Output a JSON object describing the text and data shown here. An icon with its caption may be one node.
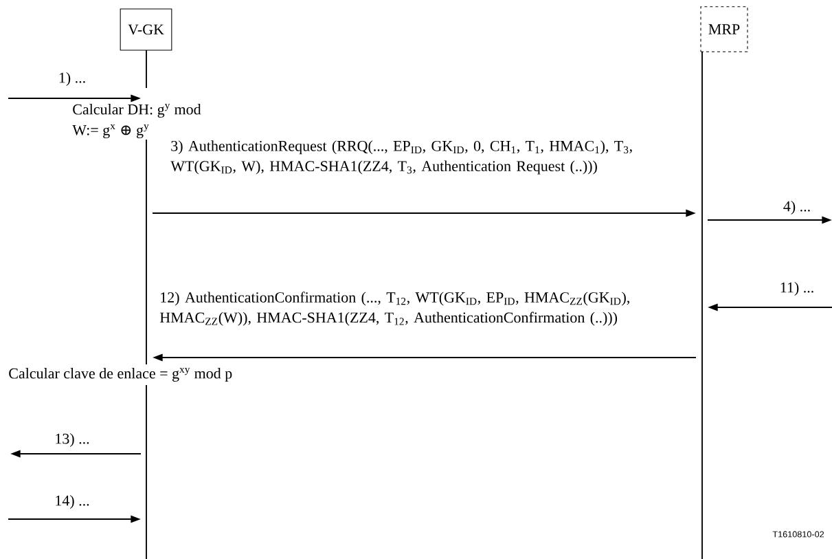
{
  "diagram": {
    "nodes": [
      {
        "text": [
          "V-GK"
        ]
      },
      {
        "text": [
          "MRP"
        ]
      }
    ],
    "edges": [
      {
        "from": null,
        "to": 0,
        "arrow": "to",
        "label": "1) ..."
      },
      {
        "from": 0,
        "to": 1,
        "arrow": "to",
        "label": "3) AuthenticationRequest (RRQ(..., EP$_{ID}$, GK$_{ID}$, 0, CH$_{1}$, T$_{1}$, HMAC$_{1}$), T$_{3}$, WT(GK$_{ID}$, W), HMAC-SHA1(ZZ4, T$_{3}$, Authentication Request (..)))"
      },
      {
        "from": 1,
        "to": null,
        "arrow": "to",
        "label": "4) ..."
      },
      {
        "from": null,
        "to": 1,
        "arrow": "to",
        "label": "11) ..."
      },
      {
        "from": 1,
        "to": 0,
        "arrow": "to",
        "label": "12) AuthenticationConfirmation (..., T$_{12}$, WT(GK$_{ID}$, EP$_{ID}$, HMAC$_{ZZ}$(GK$_{ID}$), HMAC$_{ZZ}$(W)), HMAC-SHA1(ZZ4, T$_{12}$, AuthenticationConfirmation (..)))"
      },
      {
        "from": 0,
        "to": null,
        "arrow": "to",
        "label": "13) ..."
      },
      {
        "from": null,
        "to": 0,
        "arrow": "to",
        "label": "14) ..."
      }
    ],
    "labels": [
      "Calcular DH: g$^{y}$ mod",
      "W:= g$^{x}$ ⊕ g$^{y}$",
      "Calcular clave de enlace = g$^{xy}$ mod p",
      "T1610810-02"
    ]
  }
}
